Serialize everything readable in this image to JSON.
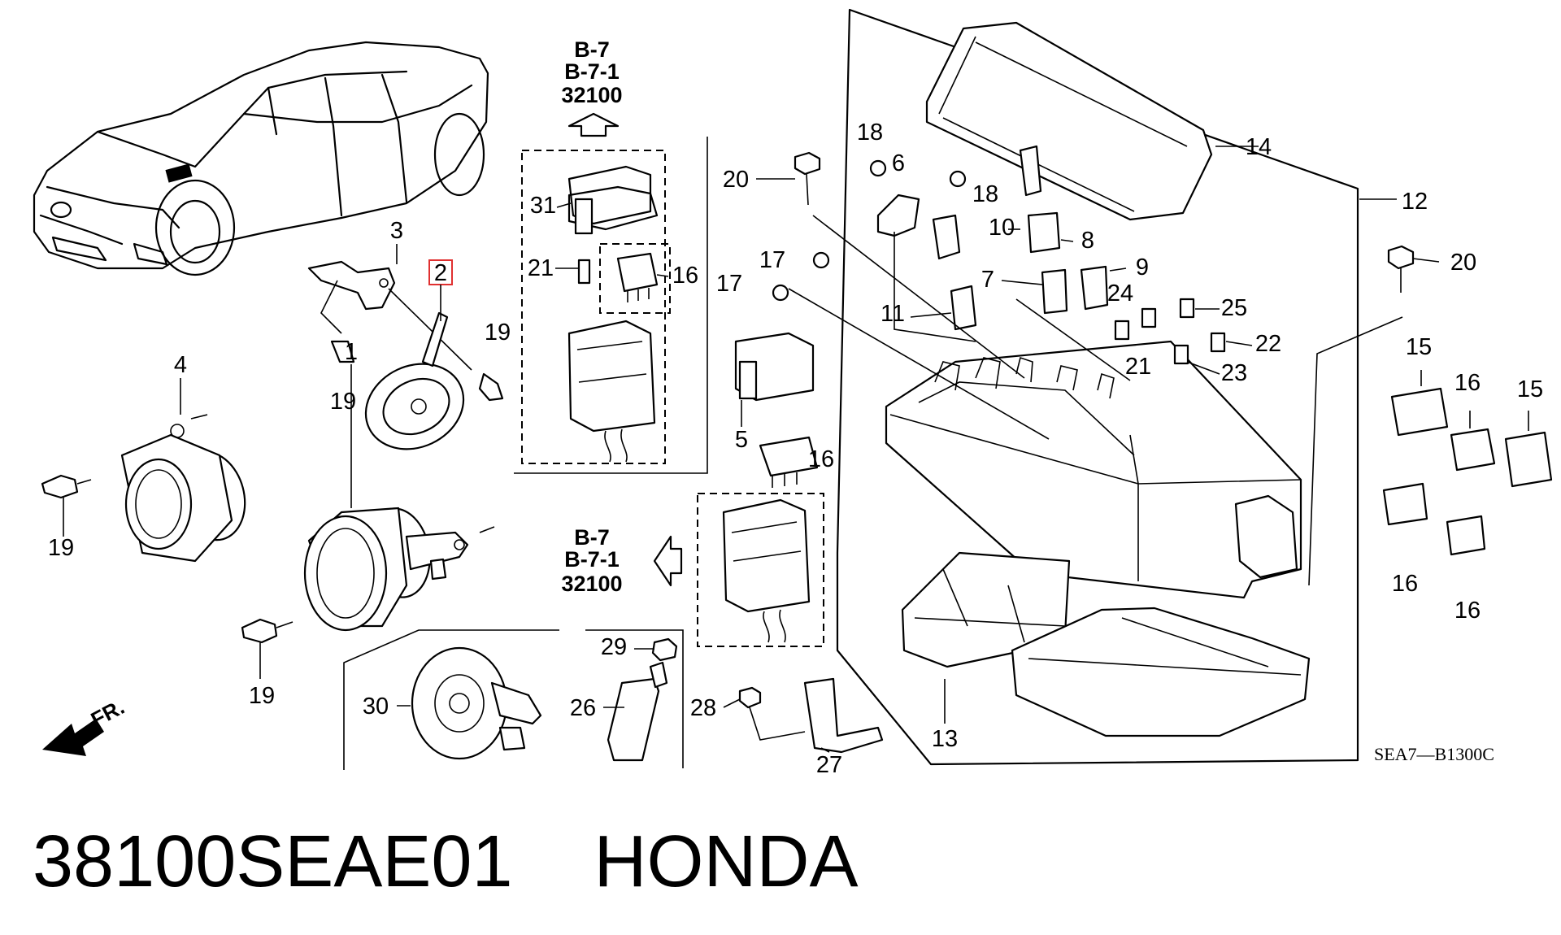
{
  "callouts": {
    "c1": "1",
    "c2": "2",
    "c3": "3",
    "c4": "4",
    "c5": "5",
    "c6": "6",
    "c7": "7",
    "c8": "8",
    "c9": "9",
    "c10": "10",
    "c11": "11",
    "c12": "12",
    "c13": "13",
    "c14": "14",
    "c15a": "15",
    "c15b": "15",
    "c16a": "16",
    "c16b": "16",
    "c16c": "16",
    "c16d": "16",
    "c16e": "16",
    "c17a": "17",
    "c17b": "17",
    "c18a": "18",
    "c18b": "18",
    "c19a": "19",
    "c19b": "19",
    "c19c": "19",
    "c19d": "19",
    "c20a": "20",
    "c20b": "20",
    "c21a": "21",
    "c21b": "21",
    "c22": "22",
    "c23": "23",
    "c24": "24",
    "c25": "25",
    "c26": "26",
    "c27": "27",
    "c28": "28",
    "c29": "29",
    "c30": "30",
    "c31": "31"
  },
  "references": {
    "top": {
      "line1": "B-7",
      "line2": "B-7-1",
      "line3": "32100"
    },
    "middle": {
      "line1": "B-7",
      "line2": "B-7-1",
      "line3": "32100"
    }
  },
  "direction_label": "FR.",
  "drawing_code": "SEA7—B1300C",
  "caption": {
    "part_number": "38100SEAE01",
    "brand": "HONDA"
  },
  "colors": {
    "highlight": "#e03030",
    "ink": "#000000"
  }
}
